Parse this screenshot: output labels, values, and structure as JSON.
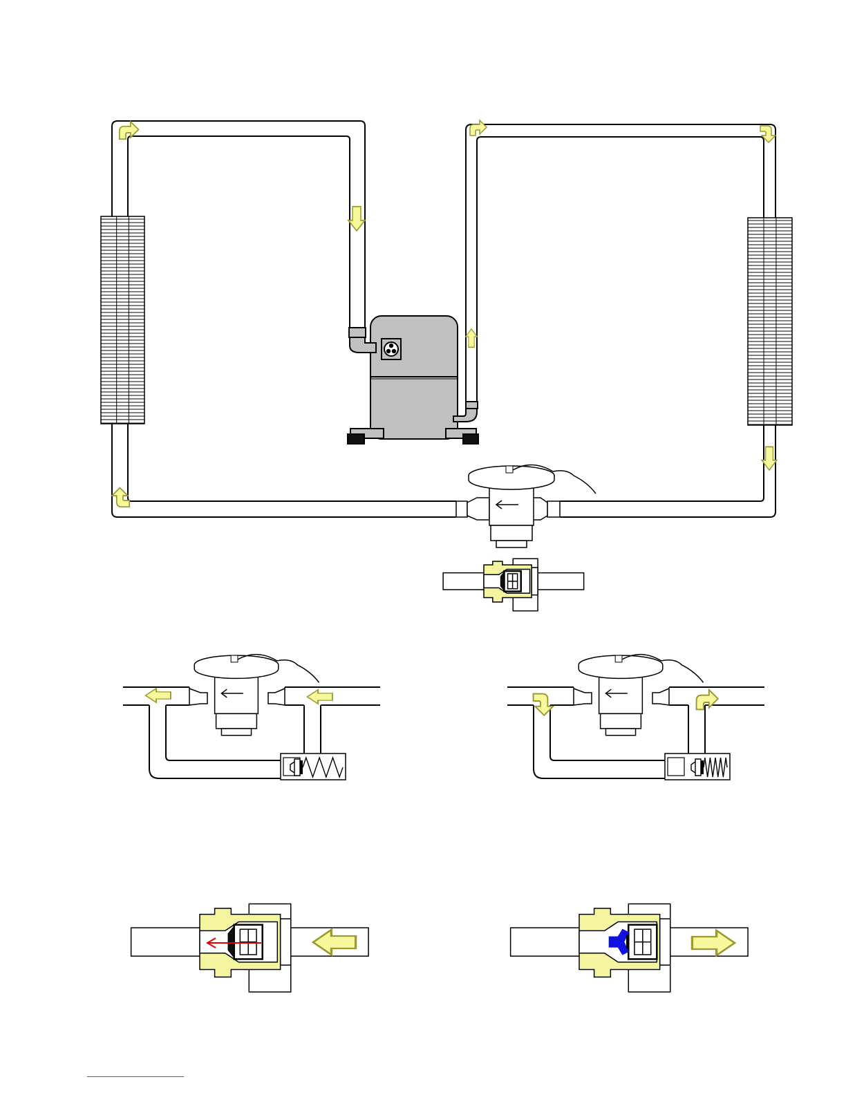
{
  "colors": {
    "arrow_fill": "#f7f79c",
    "arrow_stroke": "#9a9a30",
    "brass": "#f5f5a0",
    "compressor": "#c0c0c0",
    "coil_fill": "#ffffff",
    "pipe": "#ffffff",
    "outline": "#000000",
    "pressure_arrow": "#e00000",
    "seal": "#1010e0",
    "footnote_rule": "#3a5fcd"
  },
  "icons": {
    "flow_arrow": "flow-arrow-icon",
    "terminal_box": "terminal-box-icon",
    "spring": "spring-icon"
  },
  "scenes": [
    "refrigeration-circuit",
    "txv-bypass-cooling",
    "txv-bypass-heating",
    "check-valve-closed",
    "check-valve-open"
  ]
}
